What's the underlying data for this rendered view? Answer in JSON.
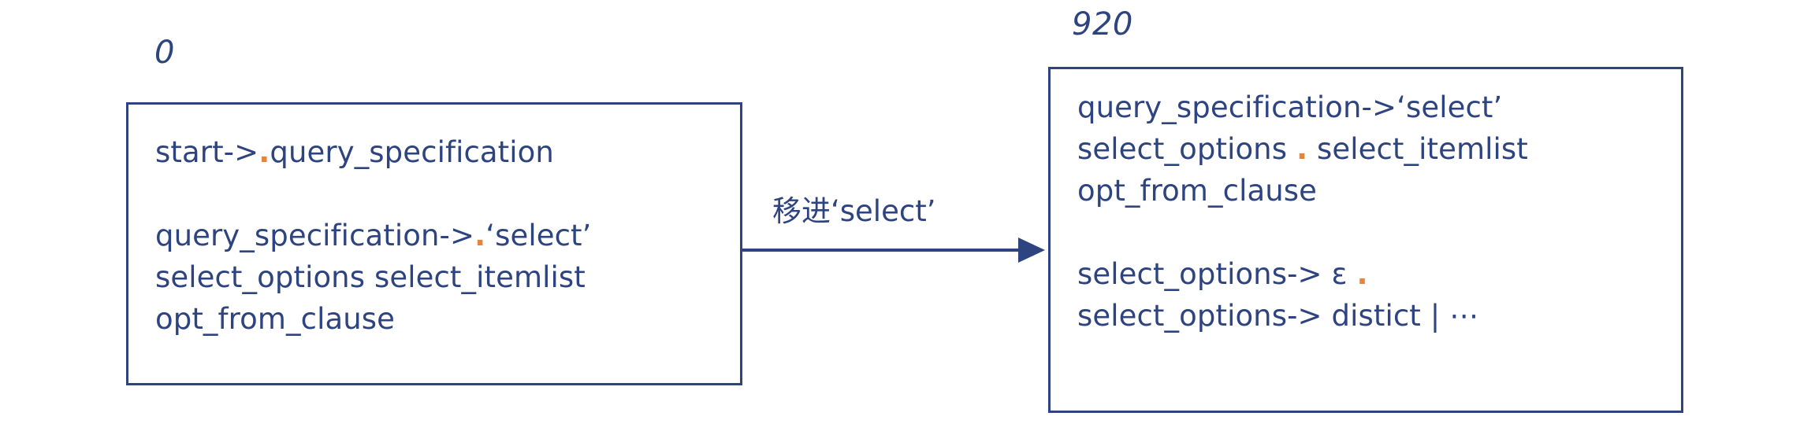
{
  "diagram": {
    "type": "lr-parser-state-transition",
    "colors": {
      "stroke": "#2e4480",
      "text": "#2e4480",
      "dot": "#e8833a",
      "background": "#ffffff"
    },
    "states": [
      {
        "id": "state-0",
        "label": "0",
        "items": [
          {
            "text": "start->",
            "dot": ".",
            "rest": "query_specification"
          },
          {
            "text": "",
            "dot": "",
            "rest": ""
          },
          {
            "text": "query_specification->",
            "dot": ".",
            "rest": "‘select’"
          },
          {
            "text": "select_options select_itemlist",
            "dot": "",
            "rest": ""
          },
          {
            "text": "opt_from_clause",
            "dot": "",
            "rest": ""
          }
        ],
        "lines": [
          "start->.query_specification",
          "",
          "query_specification->.‘select’",
          "select_options select_itemlist",
          "opt_from_clause"
        ]
      },
      {
        "id": "state-920",
        "label": "920",
        "items": [
          {
            "text": "query_specification->‘select’",
            "dot": "",
            "rest": ""
          },
          {
            "text": "select_options ",
            "dot": ".",
            "rest": " select_itemlist"
          },
          {
            "text": "opt_from_clause",
            "dot": "",
            "rest": ""
          },
          {
            "text": "",
            "dot": "",
            "rest": ""
          },
          {
            "text": "select_options-> ε ",
            "dot": ".",
            "rest": ""
          },
          {
            "text": "select_options-> distict | ⋯",
            "dot": "",
            "rest": ""
          }
        ],
        "lines": [
          "query_specification->‘select’",
          "select_options . select_itemlist",
          "opt_from_clause",
          "",
          "select_options-> ε .",
          "select_options-> distict | ⋯"
        ]
      }
    ],
    "transition": {
      "label": "移进‘select’",
      "from": "state-0",
      "to": "state-920",
      "direction": "right"
    }
  }
}
